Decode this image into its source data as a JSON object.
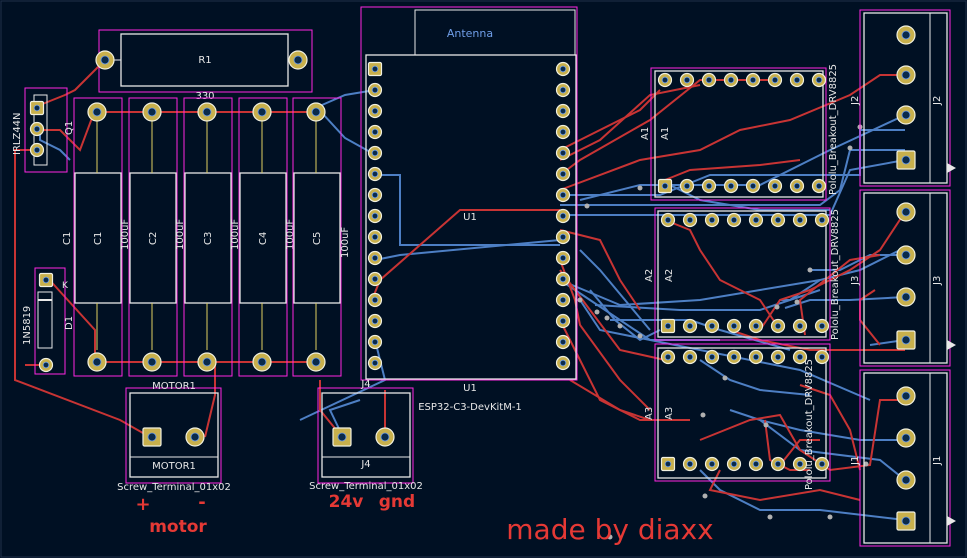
{
  "colors": {
    "background": "#001023",
    "front_copper": "#c83434",
    "back_copper": "#4d7fc4",
    "courtyard": "#ff26e2",
    "silkscreen": "#e8e8e8",
    "fab": "#e0d060",
    "pad": "#c8b04c",
    "edge_cuts": "#d0d0d0",
    "user_text": "#e53935"
  },
  "components": {
    "r1": {
      "ref": "R1",
      "value": "330"
    },
    "q1": {
      "ref": "Q1",
      "value": "IRLZ44N"
    },
    "d1": {
      "ref": "D1",
      "value": "1N5819",
      "pin": "K"
    },
    "c1": {
      "ref": "C1",
      "value": "100uF"
    },
    "c2": {
      "ref": "C2",
      "value": "100uF"
    },
    "c3": {
      "ref": "C3",
      "value": "100uF"
    },
    "c4": {
      "ref": "C4",
      "value": "100uF"
    },
    "c5": {
      "ref": "C5",
      "value": "100uF"
    },
    "u1": {
      "ref": "U1",
      "value": "ESP32-C3-DevKitM-1",
      "antenna": "Antenna"
    },
    "motor1": {
      "ref": "MOTOR1",
      "value": "Screw_Terminal_01x02"
    },
    "j4": {
      "ref": "J4",
      "value": "Screw_Terminal_01x02"
    },
    "a1": {
      "ref": "A1",
      "value": "Pololu_Breakout_DRV8825"
    },
    "a2": {
      "ref": "A2",
      "value": "Pololu_Breakout_DRV8825"
    },
    "a3": {
      "ref": "A3",
      "value": "Pololu_Breakout_DRV8825"
    },
    "j1": {
      "ref": "J1"
    },
    "j2": {
      "ref": "J2"
    },
    "j3": {
      "ref": "J3"
    }
  },
  "labels": {
    "motor_plus": "+",
    "motor_minus": "-",
    "motor": "motor",
    "v24": "24v",
    "gnd": "gnd",
    "signature": "made by diaxx"
  }
}
